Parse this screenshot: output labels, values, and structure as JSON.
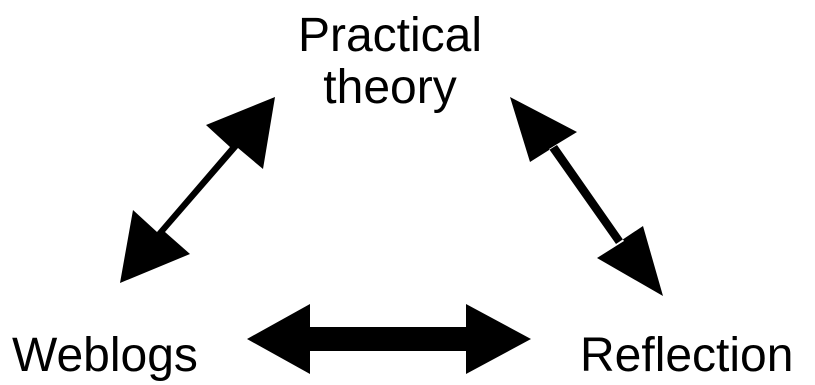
{
  "nodes": {
    "top": {
      "line1": "Practical",
      "line2": "theory"
    },
    "left": {
      "label": "Weblogs"
    },
    "right": {
      "label": "Reflection"
    }
  },
  "arrow_color": "#000000"
}
